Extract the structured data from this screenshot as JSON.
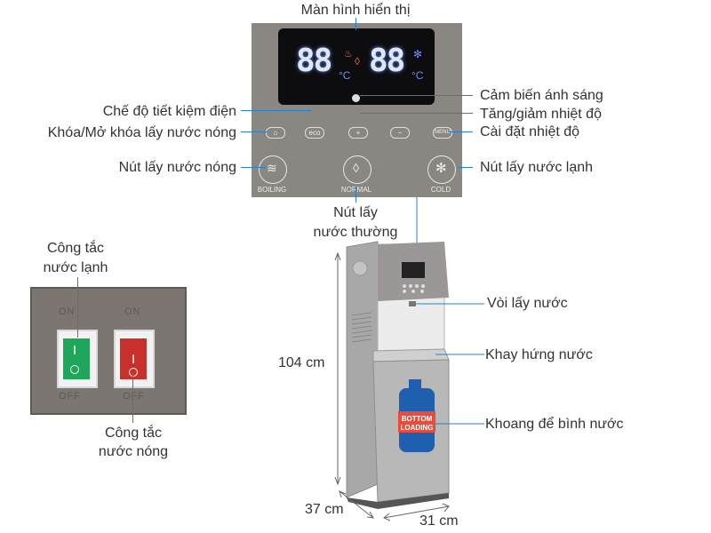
{
  "labels": {
    "display": "Màn hình hiển thị",
    "eco_mode": "Chế độ tiết kiệm điện",
    "hot_lock": "Khóa/Mở khóa lấy nước nóng",
    "hot_button": "Nút lấy nước nóng",
    "light_sensor": "Cảm biến ánh sáng",
    "temp_adjust": "Tăng/giảm nhiệt độ",
    "temp_setting": "Cài đặt nhiệt độ",
    "cold_button": "Nút lấy nước lạnh",
    "normal_button_l1": "Nút lấy",
    "normal_button_l2": "nước thường",
    "cold_switch_l1": "Công tắc",
    "cold_switch_l2": "nước lạnh",
    "hot_switch_l1": "Công tắc",
    "hot_switch_l2": "nước nóng",
    "faucet": "Vòi lấy nước",
    "drip_tray": "Khay hứng nước",
    "bottle_compartment": "Khoang để bình nước",
    "height": "104 cm",
    "depth": "37 cm",
    "width": "31 cm"
  },
  "panel": {
    "display_left": "88",
    "display_right": "88",
    "unit": "°C",
    "eco": "eco",
    "plus": "+",
    "minus": "−",
    "menu": "MENU",
    "boiling": "BOILING",
    "normal": "NORMAL",
    "cold": "COLD"
  },
  "switches": {
    "on": "ON",
    "off": "OFF"
  },
  "bottle": {
    "line1": "BOTTOM",
    "line2": "LOADING"
  },
  "colors": {
    "accent_line": "#2a7fc4",
    "switch_green": "#1fa65a",
    "switch_red": "#c9302c",
    "panel_gray": "#8a8682",
    "body_silver": "#b8b8b8"
  }
}
